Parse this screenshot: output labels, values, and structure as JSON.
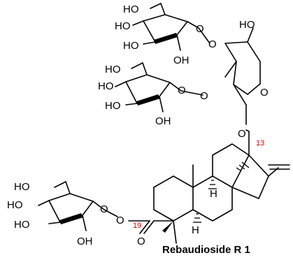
{
  "molecule": {
    "name": "Rebaudioside R 1",
    "label_color": "#000000",
    "locant_color": "#e00000"
  },
  "atoms": {
    "ho_top_1": "HO",
    "ho_top_2": "HO",
    "ho_top_3": "HO",
    "oh_top": "OH",
    "o_top_ring": "O",
    "o_top_link": "O",
    "ho_xyl": "HO",
    "ho_mid_1": "HO",
    "ho_mid_2": "HO",
    "ho_mid_3": "HO",
    "oh_mid": "OH",
    "o_mid_ring": "O",
    "o_mid_link": "O",
    "o_xyl_ring": "O",
    "o_c13": "O",
    "h_1": "H",
    "h_2": "H",
    "ho_bot_1": "HO",
    "ho_bot_2": "HO",
    "ho_bot_3": "HO",
    "oh_bot": "OH",
    "o_bot_ring": "O",
    "o_ester": "O",
    "o_carbonyl": "O"
  },
  "locants": {
    "c13": "13",
    "c19": "19"
  }
}
